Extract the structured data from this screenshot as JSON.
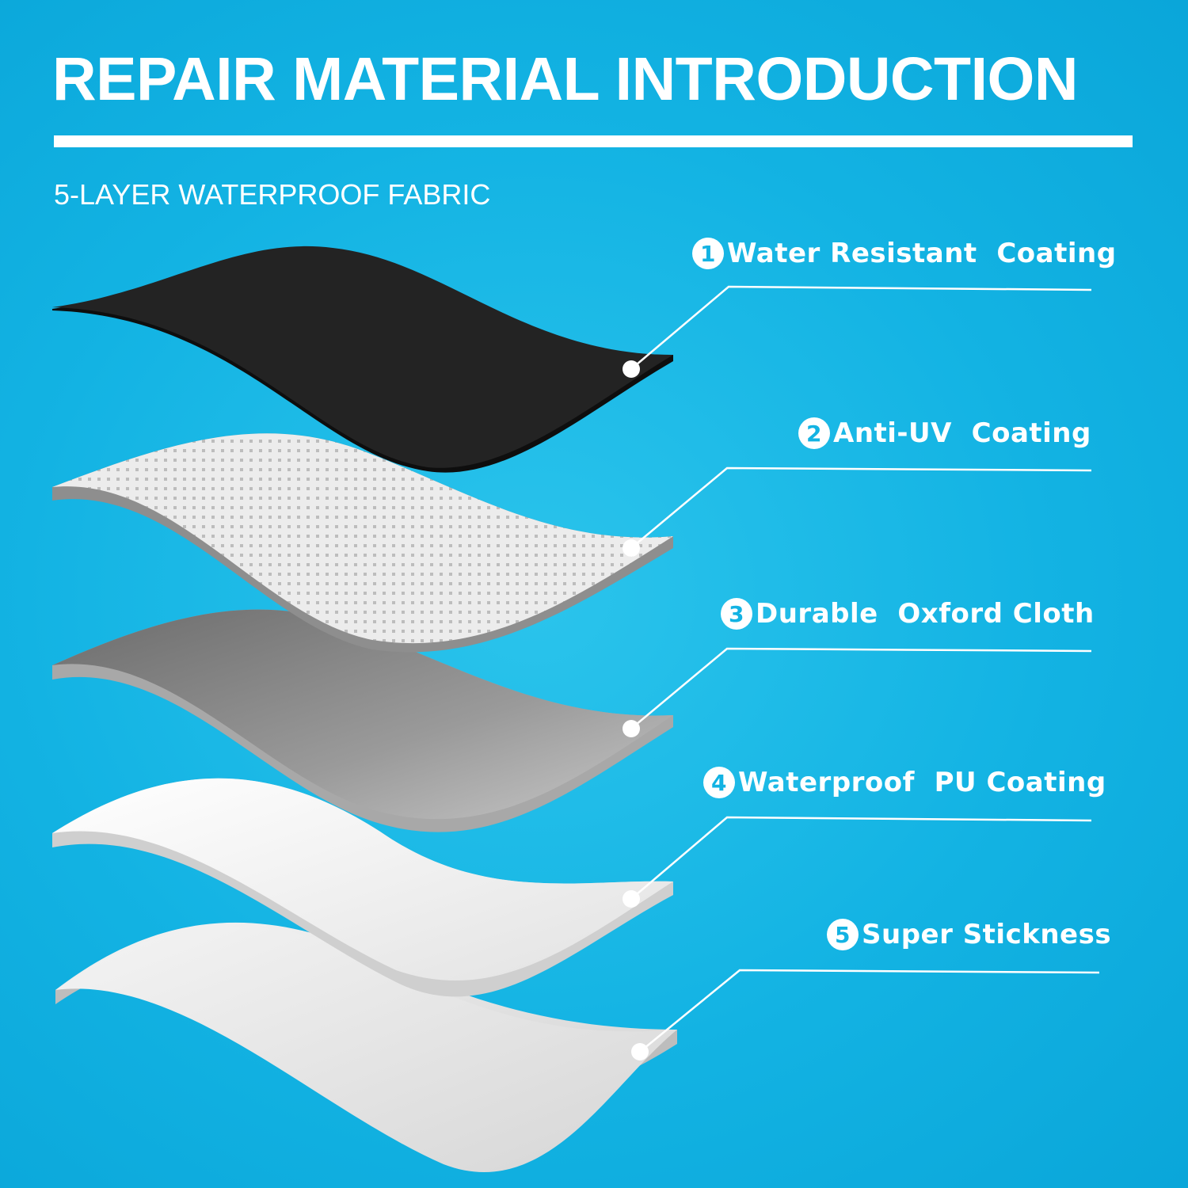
{
  "header": {
    "title": "REPAIR MATERIAL INTRODUCTION",
    "subtitle": "5-LAYER WATERPROOF FABRIC"
  },
  "layers": [
    {
      "number": "1",
      "label": "Water Resistant  Coating",
      "color": "#1c1c1c"
    },
    {
      "number": "2",
      "label": "Anti-UV  Coating",
      "color": "#e6e6e6"
    },
    {
      "number": "3",
      "label": "Durable  Oxford Cloth",
      "color": "#8a8a8a"
    },
    {
      "number": "4",
      "label": "Waterproof  PU Coating",
      "color": "#ffffff"
    },
    {
      "number": "5",
      "label": "Super Stickness",
      "color": "#e8e8e8"
    }
  ],
  "colors": {
    "background": "#13b3e3",
    "text": "#ffffff"
  }
}
